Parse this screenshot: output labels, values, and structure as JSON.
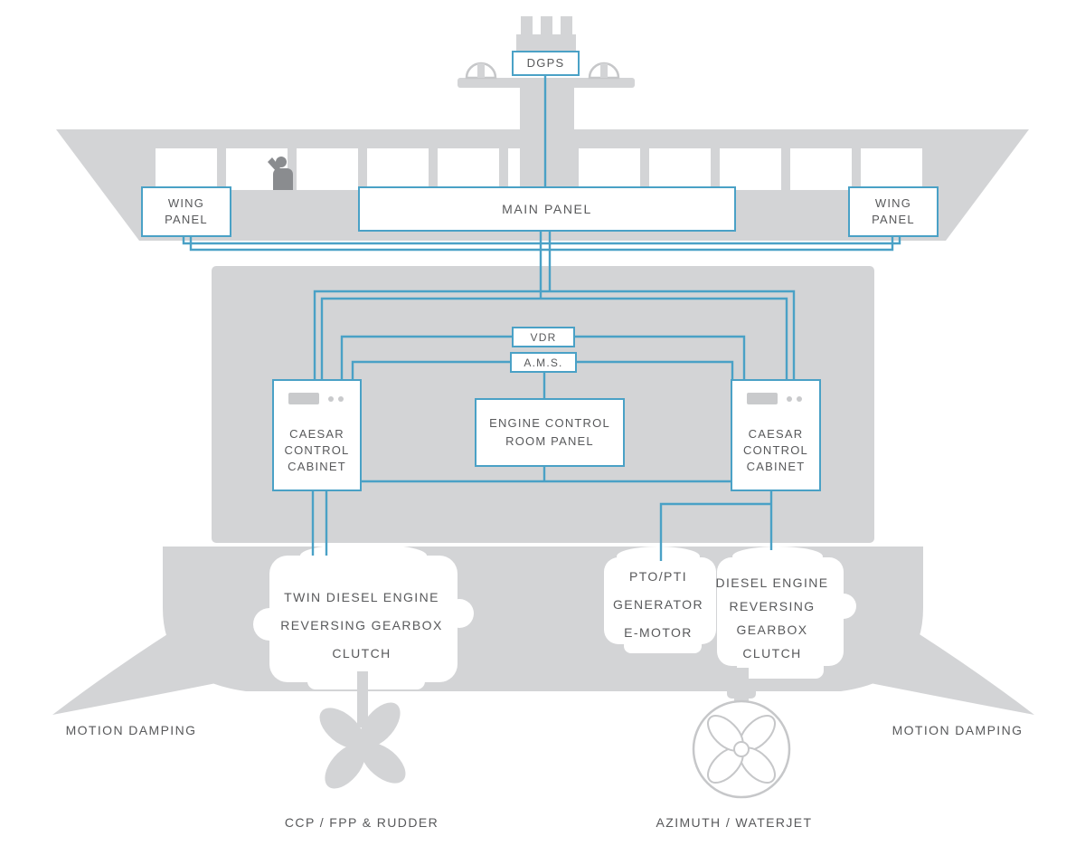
{
  "colors": {
    "accent": "#4aa1c6",
    "silhouette": "#d3d4d6",
    "text": "#58595b"
  },
  "nodes": {
    "dgps": "DGPS",
    "wing_panel_left": [
      "WING",
      "PANEL"
    ],
    "main_panel": "MAIN PANEL",
    "wing_panel_right": [
      "WING",
      "PANEL"
    ],
    "vdr": "VDR",
    "ams": "A.M.S.",
    "caesar_left": [
      "CAESAR",
      "CONTROL",
      "CABINET"
    ],
    "engine_control_room": [
      "ENGINE CONTROL",
      "ROOM PANEL"
    ],
    "caesar_right": [
      "CAESAR",
      "CONTROL",
      "CABINET"
    ]
  },
  "labels": {
    "engine_left": [
      "TWIN DIESEL ENGINE",
      "REVERSING GEARBOX",
      "CLUTCH"
    ],
    "pto_generator": [
      "PTO/PTI",
      "GENERATOR",
      "E-MOTOR"
    ],
    "engine_right": [
      "DIESEL ENGINE",
      "REVERSING",
      "GEARBOX",
      "CLUTCH"
    ],
    "motion_damping_left": "MOTION DAMPING",
    "motion_damping_right": "MOTION DAMPING",
    "propulsion_left": "CCP / FPP & RUDDER",
    "propulsion_right": "AZIMUTH / WATERJET"
  }
}
